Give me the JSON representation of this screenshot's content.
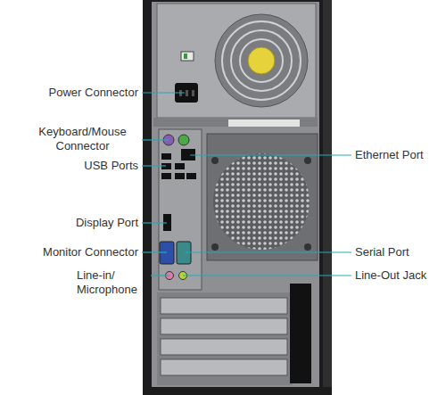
{
  "diagram": {
    "labels": [
      "Power Connector",
      "Keyboard/Mouse Connector",
      "USB Ports",
      "Display Port",
      "Monitor Connector",
      "Line-in/ Microphone",
      "Ethernet Port",
      "Serial Port",
      "Line-Out Jack"
    ]
  }
}
